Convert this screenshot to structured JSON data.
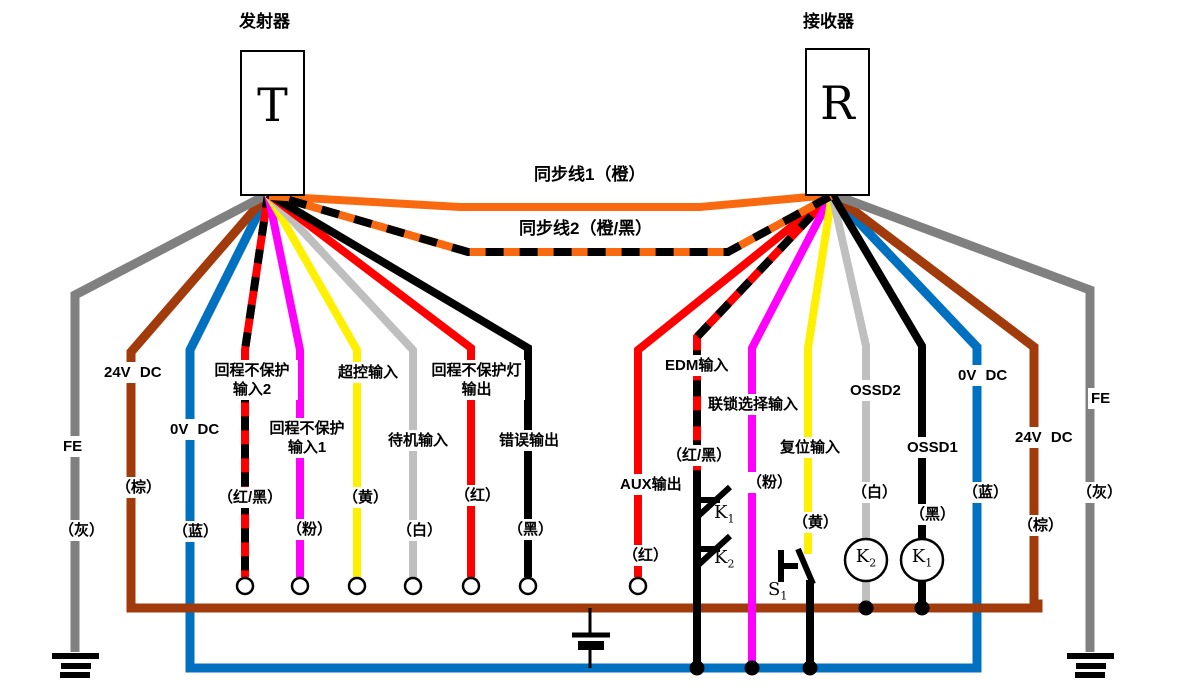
{
  "colors": {
    "orange": "#F96A10",
    "brown": "#A13B0B",
    "blue": "#0070C0",
    "gray": "#808080",
    "light_gray": "#BFBFBF",
    "red": "#FF0000",
    "magenta": "#FF00FF",
    "yellow": "#FFF000",
    "black": "#000000"
  },
  "transmitter": {
    "title": "发射器",
    "letter": "T"
  },
  "receiver": {
    "title": "接收器",
    "letter": "R"
  },
  "sync1": {
    "label": "同步线1（橙）"
  },
  "sync2": {
    "label": "同步线2（橙/黑）"
  },
  "tx_wires": {
    "fe": {
      "name": "FE",
      "color": "（灰）"
    },
    "v24": {
      "name": "24V DC",
      "color": "（棕）"
    },
    "v0": {
      "name": "0V DC",
      "color": "（蓝）"
    },
    "return_unprotect_in2": {
      "name1": "回程不保护",
      "name2": "输入2",
      "color": "（红/黑）"
    },
    "return_unprotect_in1": {
      "name1": "回程不保护",
      "name2": "输入1",
      "color": "（粉）"
    },
    "override_in": {
      "name": "超控输入",
      "color": "（黄）"
    },
    "standby_in": {
      "name": "待机输入",
      "color": "（白）"
    },
    "return_unprotect_lamp_out": {
      "name1": "回程不保护灯",
      "name2": "输出",
      "color": "（红）"
    },
    "error_out": {
      "name": "错误输出",
      "color": "（黑）"
    }
  },
  "rx_wires": {
    "aux_out": {
      "name": "AUX输出",
      "color": "（红）"
    },
    "edm_in": {
      "name": "EDM输入",
      "color": "（红/黑）"
    },
    "interlock_select_in": {
      "name": "联锁选择输入",
      "color": "（粉）"
    },
    "reset_in": {
      "name": "复位输入",
      "color": "（黄）"
    },
    "ossd2": {
      "name": "OSSD2",
      "color": "（白）"
    },
    "ossd1": {
      "name": "OSSD1",
      "color": "（黑）"
    },
    "v0": {
      "name": "0V DC",
      "color": "（蓝）"
    },
    "v24": {
      "name": "24V DC",
      "color": "（棕）"
    },
    "fe": {
      "name": "FE",
      "color": "（灰）"
    }
  },
  "components": {
    "k1_contact": {
      "base": "K",
      "sub": "1"
    },
    "k2_contact": {
      "base": "K",
      "sub": "2"
    },
    "s1_switch": {
      "base": "S",
      "sub": "1"
    },
    "k2_coil": {
      "base": "K",
      "sub": "2"
    },
    "k1_coil": {
      "base": "K",
      "sub": "1"
    }
  }
}
